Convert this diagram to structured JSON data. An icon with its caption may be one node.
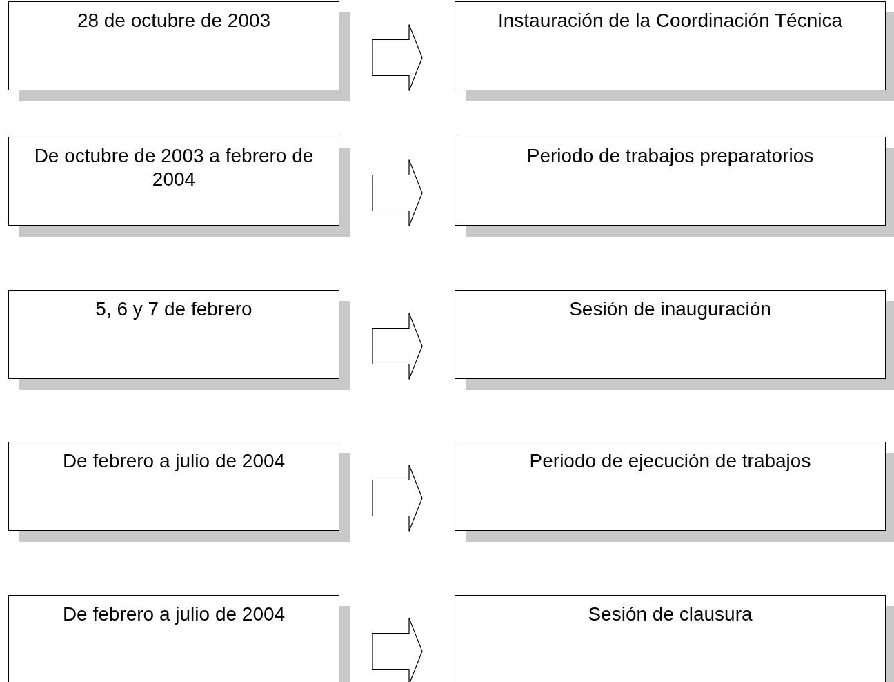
{
  "diagram": {
    "nodes": [
      {
        "text": [
          "28 de octubre de 2003"
        ]
      },
      {
        "text": [
          "Instauración de la Coordinación Técnica"
        ]
      },
      {
        "text": [
          "De octubre de 2003 a febrero de 2004"
        ]
      },
      {
        "text": [
          "Periodo de trabajos preparatorios"
        ]
      },
      {
        "text": [
          "5, 6 y 7 de febrero"
        ]
      },
      {
        "text": [
          "Sesión de inauguración"
        ]
      },
      {
        "text": [
          "De febrero a julio de 2004"
        ]
      },
      {
        "text": [
          "Periodo de ejecución de trabajos"
        ]
      },
      {
        "text": [
          "De febrero a julio de 2004"
        ]
      },
      {
        "text": [
          "Sesión de clausura"
        ]
      }
    ],
    "edges": [
      {
        "from": 0,
        "to": 1,
        "arrow": "to"
      },
      {
        "from": 2,
        "to": 3,
        "arrow": "to"
      },
      {
        "from": 4,
        "to": 5,
        "arrow": "to"
      },
      {
        "from": 6,
        "to": 7,
        "arrow": "to"
      },
      {
        "from": 8,
        "to": 9,
        "arrow": "to"
      }
    ]
  }
}
